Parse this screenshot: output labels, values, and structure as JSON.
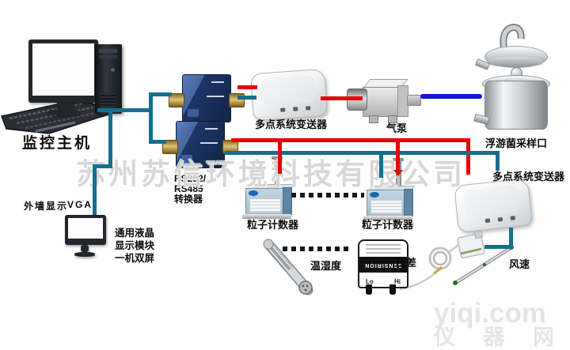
{
  "watermarks": {
    "company": "苏州苏信环境科技有限公司",
    "site": "yiqi.com",
    "site_cn": "仪 器 网"
  },
  "labels": {
    "host": "监控主机",
    "wall_display": "外墙显示",
    "vga": "VGA",
    "lcd_line1": "通用液晶",
    "lcd_line2": "显示模块",
    "lcd_line3": "一机双屏",
    "converter_line1": "RS232/",
    "converter_line2": "RS485",
    "converter_line3": "转换器",
    "transmitter1": "多点系统变送器",
    "transmitter2": "多点系统变送器",
    "pump": "气泵",
    "sampler": "浮游菌采样口",
    "counter1": "粒子计数器",
    "counter2": "粒子计数器",
    "temp_humidity": "温湿度",
    "pressure": "压差",
    "wind": "风速"
  },
  "pressure_sensor": {
    "brand": "SENSIRION",
    "port_low": "Lo",
    "port_high": "Hi"
  },
  "colors": {
    "bus_red": "#e60000",
    "bus_teal": "#156f8e",
    "line_blue": "#1313d9"
  }
}
